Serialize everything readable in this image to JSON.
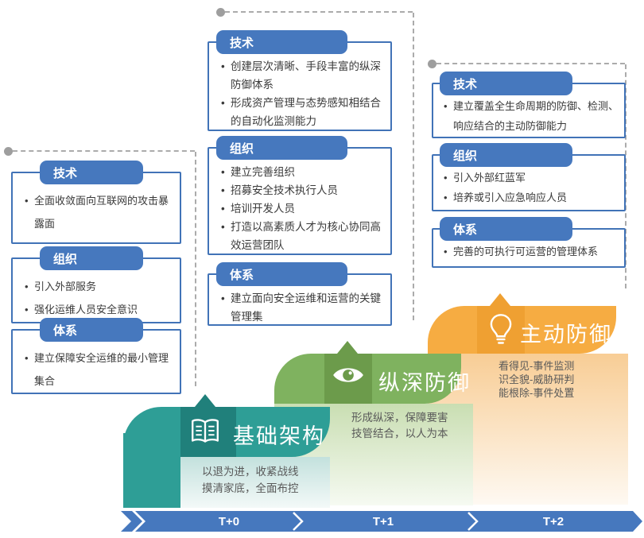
{
  "palette": {
    "callout_blue": "#4678BE",
    "callout_border_blue": "#4173B7",
    "timeline_blue": "#4678BE",
    "connector_gray": "#ABABAB",
    "stage1_teal": "#2E9E96",
    "stage1_dark_teal": "#20807B",
    "stage2_green": "#7FB25F",
    "stage2_dark_green": "#6C9B4B",
    "stage3_orange": "#F6AC42",
    "stage3_dark_orange": "#EFA032",
    "subtitle_gray": "#595959"
  },
  "callout_groups": [
    {
      "sections": [
        {
          "title": "技术",
          "bullets": [
            "全面收敛面向互联网的攻击暴露面"
          ]
        },
        {
          "title": "组织",
          "bullets": [
            "引入外部服务",
            "强化运维人员安全意识"
          ]
        },
        {
          "title": "体系",
          "bullets": [
            "建立保障安全运维的最小管理集合"
          ]
        }
      ]
    },
    {
      "sections": [
        {
          "title": "技术",
          "bullets": [
            "创建层次清晰、手段丰富的纵深防御体系",
            "形成资产管理与态势感知相结合的自动化监测能力"
          ]
        },
        {
          "title": "组织",
          "bullets": [
            "建立完善组织",
            "招募安全技术执行人员",
            "培训开发人员",
            "打造以高素质人才为核心协同高效运营团队"
          ]
        },
        {
          "title": "体系",
          "bullets": [
            "建立面向安全运维和运营的关键管理集"
          ]
        }
      ]
    },
    {
      "sections": [
        {
          "title": "技术",
          "bullets": [
            "建立覆盖全生命周期的防御、检测、响应结合的主动防御能力"
          ]
        },
        {
          "title": "组织",
          "bullets": [
            "引入外部红蓝军",
            "培养或引入应急响应人员"
          ]
        },
        {
          "title": "体系",
          "bullets": [
            "完善的可执行可运营的管理体系"
          ]
        }
      ]
    }
  ],
  "stages": [
    {
      "title": "基础架构",
      "icon": "book-icon",
      "subtitle_lines": [
        "以退为进，收紧战线",
        "摸清家底，全面布控"
      ],
      "timeline_label": "T+0"
    },
    {
      "title": "纵深防御",
      "icon": "eye-icon",
      "subtitle_lines": [
        "形成纵深，保障要害",
        "技管结合，以人为本"
      ],
      "timeline_label": "T+1"
    },
    {
      "title": "主动防御",
      "icon": "bulb-icon",
      "subtitle_lines": [
        "看得见-事件监测",
        "识全貌-威胁研判",
        "能根除-事件处置"
      ],
      "timeline_label": "T+2"
    }
  ],
  "timeline": {
    "labels": [
      "T+0",
      "T+1",
      "T+2"
    ]
  }
}
